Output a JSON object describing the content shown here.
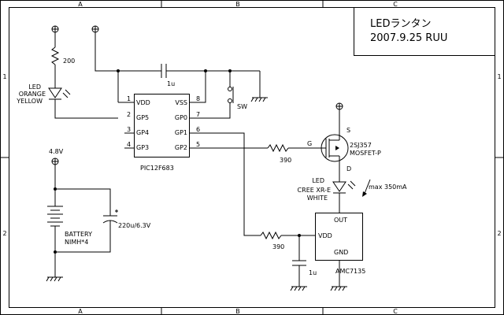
{
  "border": {
    "top_labels": [
      "A",
      "B",
      "C"
    ],
    "bottom_labels": [
      "A",
      "B",
      "C"
    ],
    "left_labels": [
      "1",
      "2"
    ],
    "right_labels": [
      "1",
      "2"
    ]
  },
  "title_block": {
    "line1": "LEDランタン",
    "line2": "2007.9.25  RUU"
  },
  "ic": {
    "name": "PIC12F683",
    "pins_left": [
      {
        "num": "1",
        "name": "VDD"
      },
      {
        "num": "2",
        "name": "GP5"
      },
      {
        "num": "3",
        "name": "GP4"
      },
      {
        "num": "4",
        "name": "GP3"
      }
    ],
    "pins_right": [
      {
        "num": "8",
        "name": "VSS"
      },
      {
        "num": "7",
        "name": "GP0"
      },
      {
        "num": "6",
        "name": "GP1"
      },
      {
        "num": "5",
        "name": "GP2"
      }
    ]
  },
  "components": {
    "r1": "200",
    "led1": [
      "LED",
      "ORANGE",
      "YELLOW"
    ],
    "cap_top": "1u",
    "sw": "SW",
    "batt_v": "4.8V",
    "battery": [
      "BATTERY",
      "NIMH*4"
    ],
    "cap_batt": "220u/6.3V",
    "r_gate": "390",
    "mosfet": [
      "2SJ357",
      "MOSFET-P"
    ],
    "g": "G",
    "s": "S",
    "d": "D",
    "led2": [
      "LED",
      "CREE XR-E",
      "WHITE"
    ],
    "max_current": "max 350mA",
    "r_vdd": "390",
    "cap_small": "1u",
    "reg": {
      "out": "OUT",
      "vdd": "VDD",
      "gnd": "GND",
      "name": "AMC7135"
    }
  }
}
